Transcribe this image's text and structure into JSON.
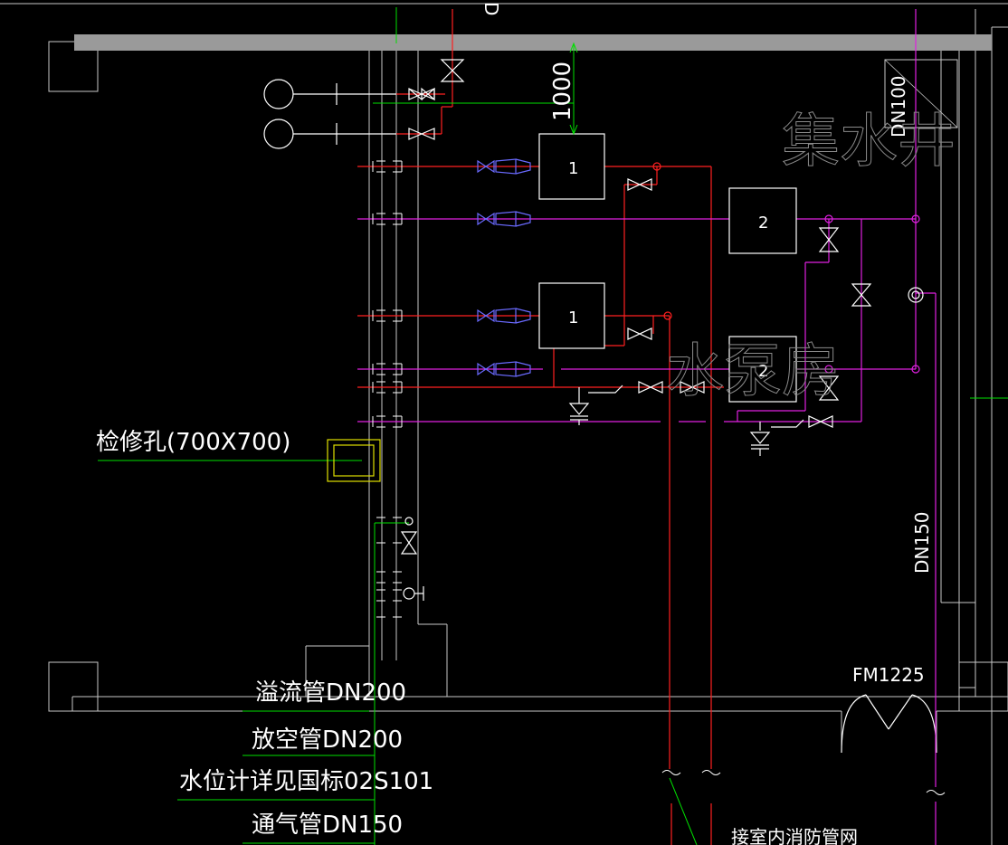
{
  "labels": {
    "top_cut": "D",
    "dim_1000": "1000",
    "dn100": "DN100",
    "sump": "集水井",
    "pump_room": "水泵房",
    "inspection_hole": "检修孔(700X700)",
    "dn150": "DN150",
    "door": "FM1225",
    "overflow": "溢流管DN200",
    "drain": "放空管DN200",
    "level_gauge": "水位计详见国标02S101",
    "vent": "通气管DN150",
    "connect": "接室内消防管网"
  },
  "pumps": [
    {
      "label": "1"
    },
    {
      "label": "2"
    },
    {
      "label": "1"
    },
    {
      "label": "2"
    }
  ],
  "colors": {
    "background": "#000000",
    "wall": "#c8c8c8",
    "beam": "#9a9a9a",
    "red_pipe": "#ff2020",
    "magenta_pipe": "#e020e0",
    "green_leader": "#00e000",
    "yellow": "#e0e000",
    "blue_valve": "#6a6aff",
    "text": "#ffffff"
  }
}
